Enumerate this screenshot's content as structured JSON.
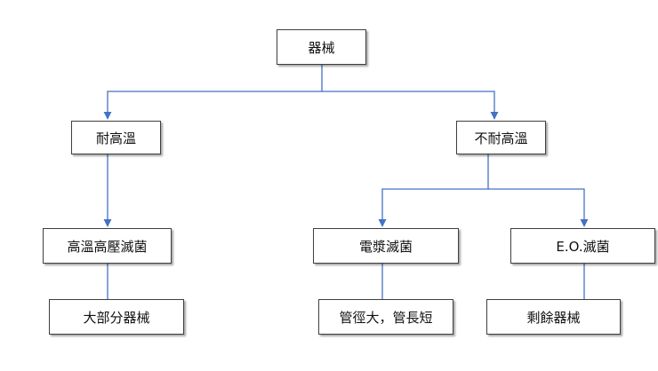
{
  "diagram": {
    "root": {
      "label": "器械"
    },
    "level1": [
      {
        "label": "耐高溫"
      },
      {
        "label": "不耐高溫"
      }
    ],
    "level2": [
      {
        "label": "高溫高壓滅菌"
      },
      {
        "label": "電漿滅菌"
      },
      {
        "label": "E.O.滅菌"
      }
    ],
    "level3": [
      {
        "label": "大部分器械"
      },
      {
        "label": "管徑大，管長短"
      },
      {
        "label": "剩餘器械"
      }
    ],
    "colors": {
      "connector": "#4472c4",
      "box_border": "#3f3f3f",
      "text": "#111111",
      "background": "#ffffff"
    }
  }
}
